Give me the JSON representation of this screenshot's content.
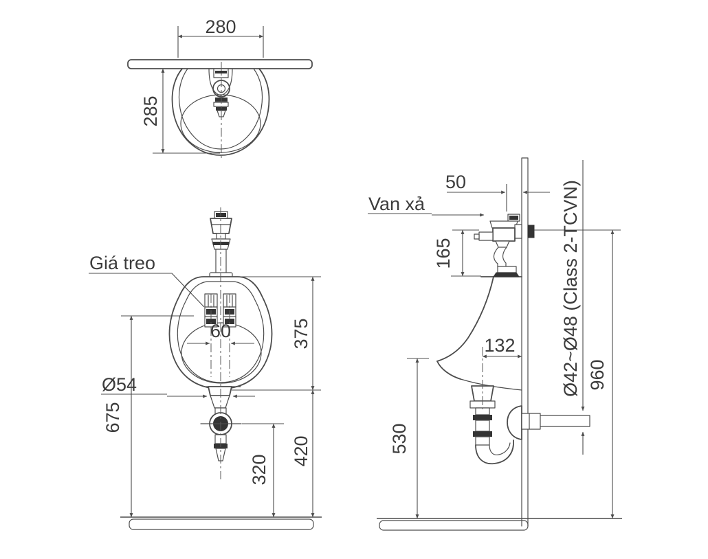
{
  "views": {
    "top": {
      "dim_width": "280",
      "dim_depth": "285"
    },
    "front": {
      "label_hanger": "Giá treo",
      "dim_hole_spacing": "60",
      "dim_outlet": "Ø54",
      "dim_rim_to_outlet": "375",
      "dim_hanger_height": "675",
      "dim_outlet_height": "420",
      "dim_trap_height": "320"
    },
    "side": {
      "label_valve": "Van xả",
      "dim_valve_to_wall": "50",
      "dim_valve_above_rim": "165",
      "dim_drain_to_wall": "132",
      "dim_lip_height": "530",
      "dim_supply_height": "960",
      "dim_waste_pipe": "Ø42~Ø48 (Class 2-TCVN)"
    }
  }
}
